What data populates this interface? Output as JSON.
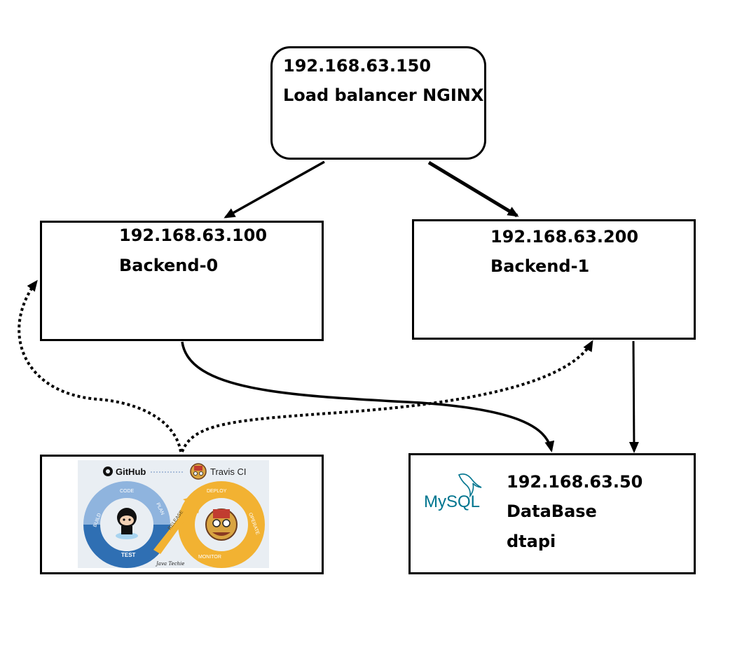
{
  "load_balancer": {
    "ip": "192.168.63.150",
    "name": "Load balancer NGINX"
  },
  "backend0": {
    "ip": "192.168.63.100",
    "name": "Backend-0"
  },
  "backend1": {
    "ip": "192.168.63.200",
    "name": "Backend-1"
  },
  "database": {
    "ip": "192.168.63.50",
    "name": "DataBase",
    "schema": "dtapi",
    "logo_text": "MySQL"
  },
  "ci": {
    "github_label": "GitHub",
    "travis_label": "Travis CI",
    "stages": [
      "CODE",
      "BUILD",
      "TEST",
      "PLAN",
      "RELEASE",
      "DEPLOY",
      "OPERATE",
      "MONITOR"
    ],
    "credit": "Java Techie"
  },
  "colors": {
    "loop_blue": "#7aa6d8",
    "loop_dark_blue": "#2f6fb3",
    "loop_orange": "#f2b232",
    "mysql_blue": "#00758f",
    "mysql_orange": "#e48e00"
  }
}
